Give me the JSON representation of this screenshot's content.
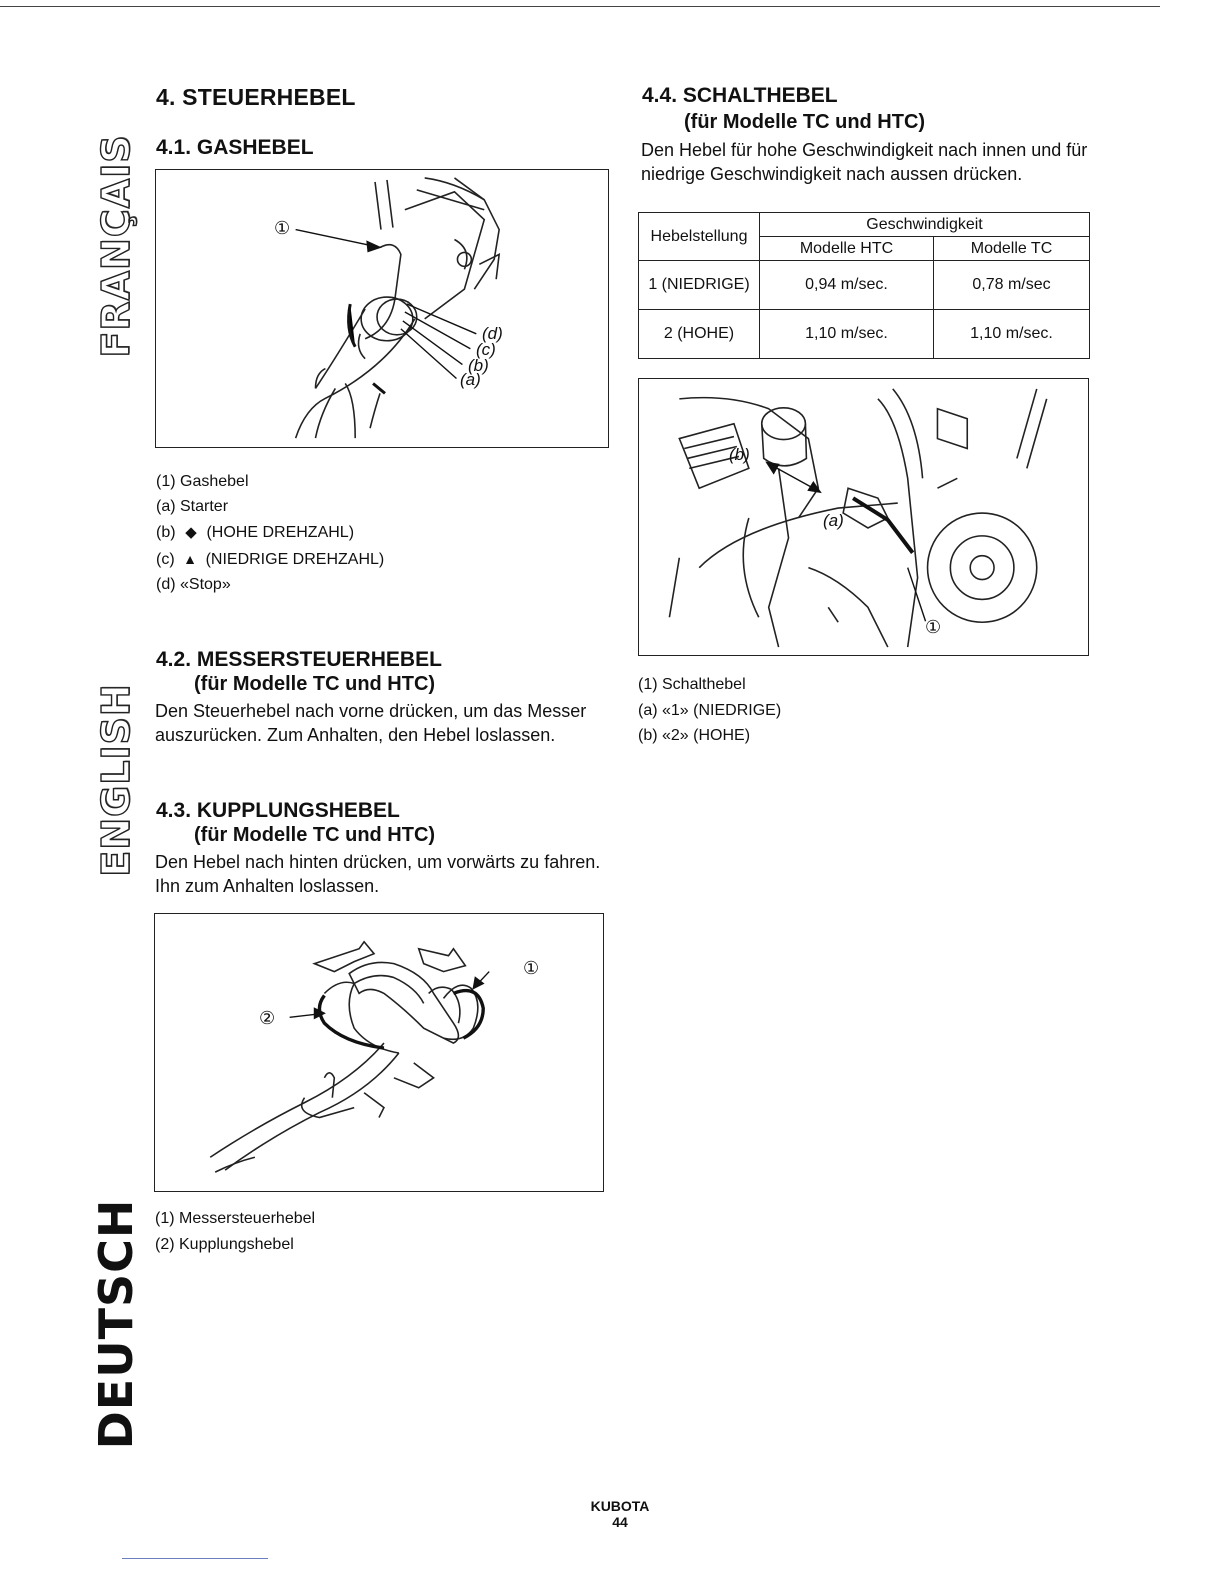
{
  "side_labels": {
    "francais": "FRANÇAIS",
    "english": "ENGLISH",
    "deutsch": "DEUTSCH"
  },
  "sec4": {
    "title": "4. STEUERHEBEL"
  },
  "sec41": {
    "title": "4.1. GASHEBEL",
    "figure_labels": [
      "①",
      "(d)",
      "(c)",
      "(b)",
      "(a)"
    ],
    "captions": [
      "(1) Gashebel",
      "(a) Starter",
      "(b)",
      "(HOHE DREHZAHL)",
      "(c)",
      "(NIEDRIGE DREHZAHL)",
      "(d) «Stop»"
    ]
  },
  "sec42": {
    "title": "4.2. MESSERSTEUERHEBEL",
    "subtitle": "(für Modelle TC und HTC)",
    "lines": [
      "Den Steuerhebel nach vorne drücken, um das Messer",
      "auszurücken. Zum Anhalten, den Hebel loslassen."
    ]
  },
  "sec43": {
    "title": "4.3. KUPPLUNGSHEBEL",
    "subtitle": "(für Modelle TC und HTC)",
    "lines": [
      "Den Hebel nach hinten drücken, um vorwärts zu fahren.",
      "Ihn zum Anhalten loslassen."
    ],
    "figure_labels": [
      "①",
      "②"
    ],
    "captions": [
      "(1) Messersteuerhebel",
      "(2) Kupplungshebel"
    ]
  },
  "sec44": {
    "title": "4.4. SCHALTHEBEL",
    "subtitle": "(für Modelle TC und HTC)",
    "lines": [
      "Den Hebel für hohe Geschwindigkeit nach innen und für",
      "niedrige Geschwindigkeit nach aussen drücken."
    ],
    "table": {
      "col_header": "Hebelstellung",
      "group_header": "Geschwindigkeit",
      "sub_headers": [
        "Modelle HTC",
        "Modelle TC"
      ],
      "rows": [
        [
          "1 (NIEDRIGE)",
          "0,94 m/sec.",
          "0,78 m/sec"
        ],
        [
          "2 (HOHE)",
          "1,10 m/sec.",
          "1,10 m/sec."
        ]
      ]
    },
    "figure_labels": [
      "(b)",
      "(a)",
      "①"
    ],
    "captions": [
      "(1) Schalthebel",
      "(a) «1» (NIEDRIGE)",
      "(b) «2» (HOHE)"
    ]
  },
  "footer": {
    "brand": "KUBOTA",
    "page": "44"
  }
}
